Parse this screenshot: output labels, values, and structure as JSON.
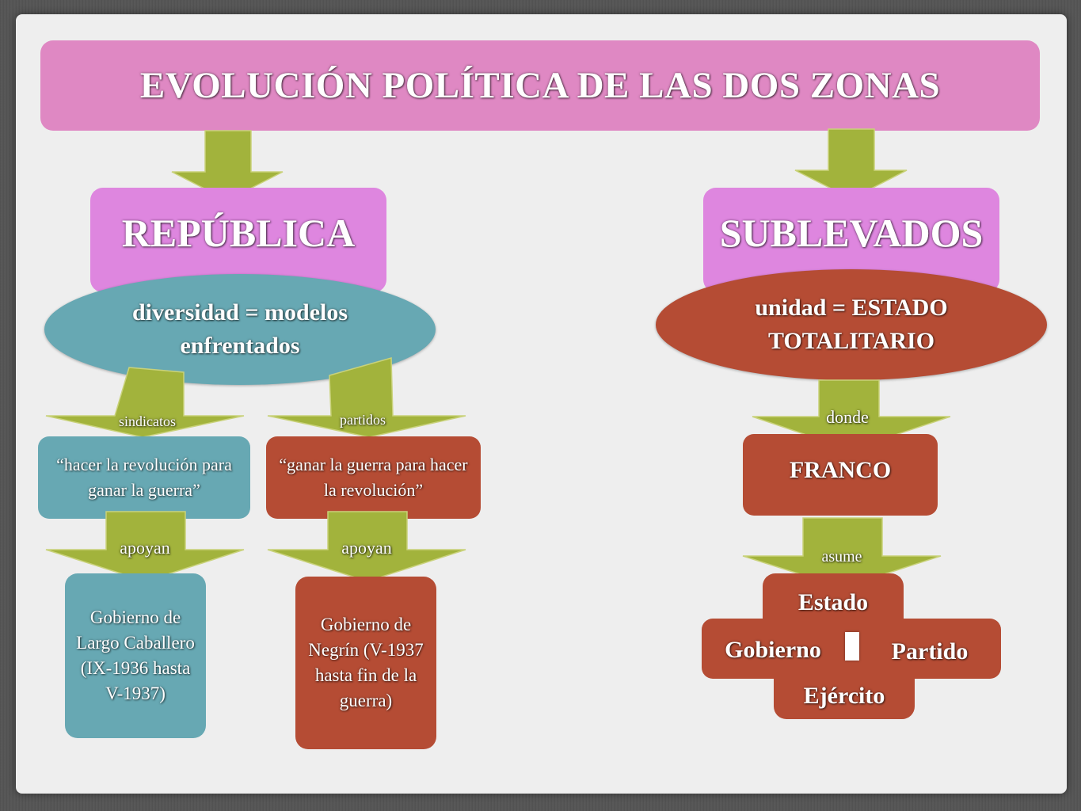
{
  "title": "EVOLUCIÓN POLÍTICA DE LAS DOS ZONAS",
  "left": {
    "heading": "REPÚBLICA",
    "ellipse": "diversidad = modelos enfrentados",
    "branch1": {
      "connector": "sindicatos",
      "box": "“hacer la revolución para ganar la guerra”",
      "connector2": "apoyan",
      "result": "Gobierno de Largo Caballero (IX-1936 hasta V-1937)"
    },
    "branch2": {
      "connector": "partidos",
      "box": "“ganar la guerra para hacer la revolución”",
      "connector2": "apoyan",
      "result": "Gobierno de Negrín (V-1937 hasta fin de la guerra)"
    }
  },
  "right": {
    "heading": "SUBLEVADOS",
    "ellipse": "unidad = ESTADO TOTALITARIO",
    "connector": "donde",
    "box": "FRANCO",
    "connector2": "asume",
    "powers": {
      "top": "Estado",
      "left": "Gobierno",
      "right": "Partido",
      "bottom": "Ejército"
    }
  },
  "colors": {
    "title_bg": "#df88c3",
    "heading_bg": "#de86df",
    "teal": "#67a8b3",
    "rust": "#b54c34",
    "arrow": "#a2b33c"
  }
}
